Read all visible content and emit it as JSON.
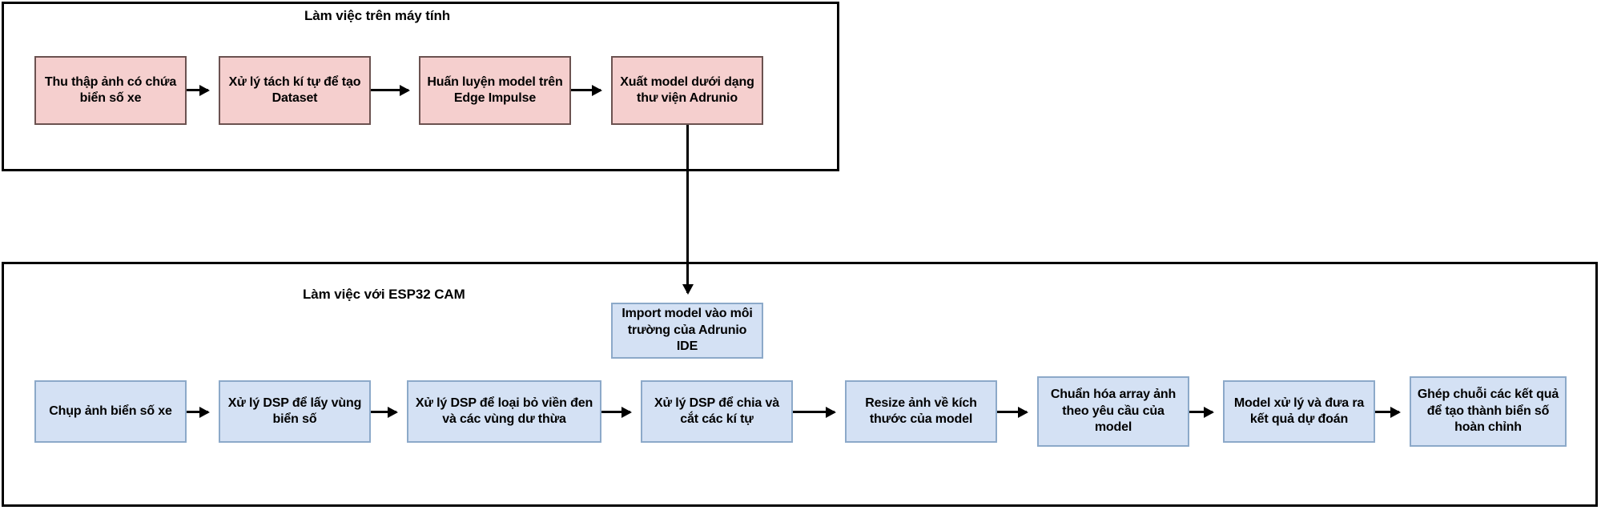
{
  "diagram": {
    "groups": [
      {
        "id": "computer",
        "title": "Làm việc trên máy tính",
        "color": "#f5cfce"
      },
      {
        "id": "esp32",
        "title": "Làm việc với ESP32 CAM",
        "color": "#d4e1f4"
      }
    ],
    "top_nodes": [
      {
        "label": "Thu thập ảnh có chứa biển số xe"
      },
      {
        "label": "Xử lý tách kí tự để tạo Dataset"
      },
      {
        "label": "Huấn luyện model trên Edge Impulse"
      },
      {
        "label": "Xuất model dưới dạng thư viện Adrunio"
      }
    ],
    "bridge_node": {
      "label": "Import model vào môi trường của Adrunio IDE"
    },
    "bottom_nodes": [
      {
        "label": "Chụp ảnh biển số xe"
      },
      {
        "label": "Xử lý DSP để lấy vùng biển số"
      },
      {
        "label": "Xử lý DSP để loại bỏ viền đen và các vùng dư thừa"
      },
      {
        "label": "Xử lý DSP để chia và cắt các kí tự"
      },
      {
        "label": "Resize ảnh về kích thước của model"
      },
      {
        "label": "Chuẩn hóa array ảnh theo yêu cầu của  model"
      },
      {
        "label": "Model xử lý và đưa ra kết quả dự đoán"
      },
      {
        "label": "Ghép chuỗi các kết quả để tạo thành biển số hoàn chỉnh"
      }
    ],
    "colors": {
      "pink_fill": "#f5cfce",
      "pink_stroke": "#6b5250",
      "blue_fill": "#d4e1f4",
      "blue_stroke": "#8ca9c9",
      "connector": "#000000",
      "group_border": "#000000"
    }
  }
}
